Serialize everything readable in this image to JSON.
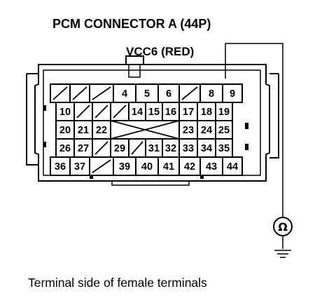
{
  "title": "PCM CONNECTOR A (44P)",
  "wire_label": "VCC6 (RED)",
  "meter_symbol": "Ω",
  "caption": "Terminal side of female terminals",
  "connector": {
    "rows": [
      [
        "",
        "",
        "",
        "4",
        "5",
        "6",
        "",
        "8",
        "9"
      ],
      [
        "10",
        "",
        "",
        "",
        "14",
        "15",
        "16",
        "17",
        "18",
        "19"
      ],
      [
        "20",
        "21",
        "22",
        "",
        "",
        "",
        "",
        "23",
        "24",
        "25"
      ],
      [
        "26",
        "27",
        "",
        "29",
        "",
        "31",
        "32",
        "33",
        "34",
        "35"
      ],
      [
        "36",
        "37",
        "",
        "39",
        "40",
        "41",
        "42",
        "43",
        "44"
      ]
    ],
    "probed_terminal": "9"
  }
}
